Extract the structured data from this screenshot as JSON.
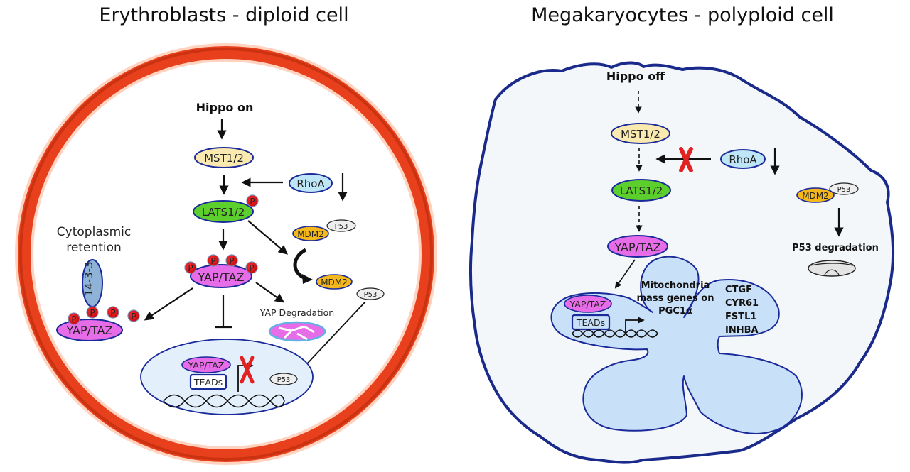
{
  "panels": {
    "left": {
      "title": "Erythroblasts - diploid cell",
      "hippo_state": "Hippo on",
      "nodes": {
        "mst": "MST1/2",
        "rhoa": "RhoA",
        "lats": "LATS1/2",
        "yap_main": "YAP/TAZ",
        "yap_retained": "YAP/TAZ",
        "yap_nucleus": "YAP/TAZ",
        "teads": "TEADs",
        "mdm2_complex": "MDM2",
        "p53_complex": "P53",
        "mdm2_free": "MDM2",
        "p53_free": "P53",
        "p53_nucleus": "P53",
        "protein_1433": "14-3-3",
        "phospho": "P"
      },
      "labels": {
        "cytoplasmic_retention_line1": "Cytoplasmic",
        "cytoplasmic_retention_line2": "retention",
        "yap_degradation": "YAP Degradation"
      }
    },
    "right": {
      "title": "Megakaryocytes - polyploid cell",
      "hippo_state": "Hippo off",
      "nodes": {
        "mst": "MST1/2",
        "rhoa": "RhoA",
        "lats": "LATS1/2",
        "yap_main": "YAP/TAZ",
        "yap_nucleus": "YAP/TAZ",
        "teads": "TEADs",
        "mdm2": "MDM2",
        "p53": "P53"
      },
      "labels": {
        "mito_line1": "Mitochondria",
        "mito_line2": "mass genes on",
        "mito_line3": "PGC1α",
        "gene_1": "CTGF",
        "gene_2": "CYR61",
        "gene_3": "FSTL1",
        "gene_4": "INHBA",
        "p53_degradation": "P53 degradation"
      }
    }
  },
  "colors": {
    "membrane_red": "#e8401c",
    "membrane_blue": "#1a2a8a",
    "mst_fill": "#fbeab0",
    "rhoa_fill": "#bfe6f7",
    "lats_fill": "#5ccf2c",
    "yap_fill": "#e76ce8",
    "mdm2_fill": "#f5b81c",
    "p53_fill": "#eeeeee",
    "phospho_fill": "#e3101a",
    "protein_1433_fill": "#8fb3d6",
    "nucleus_fill": "#e3f0fb",
    "mk_nucleus_fill": "#c8e0f8",
    "mk_cytoplasm_fill": "#f4f7fa"
  }
}
